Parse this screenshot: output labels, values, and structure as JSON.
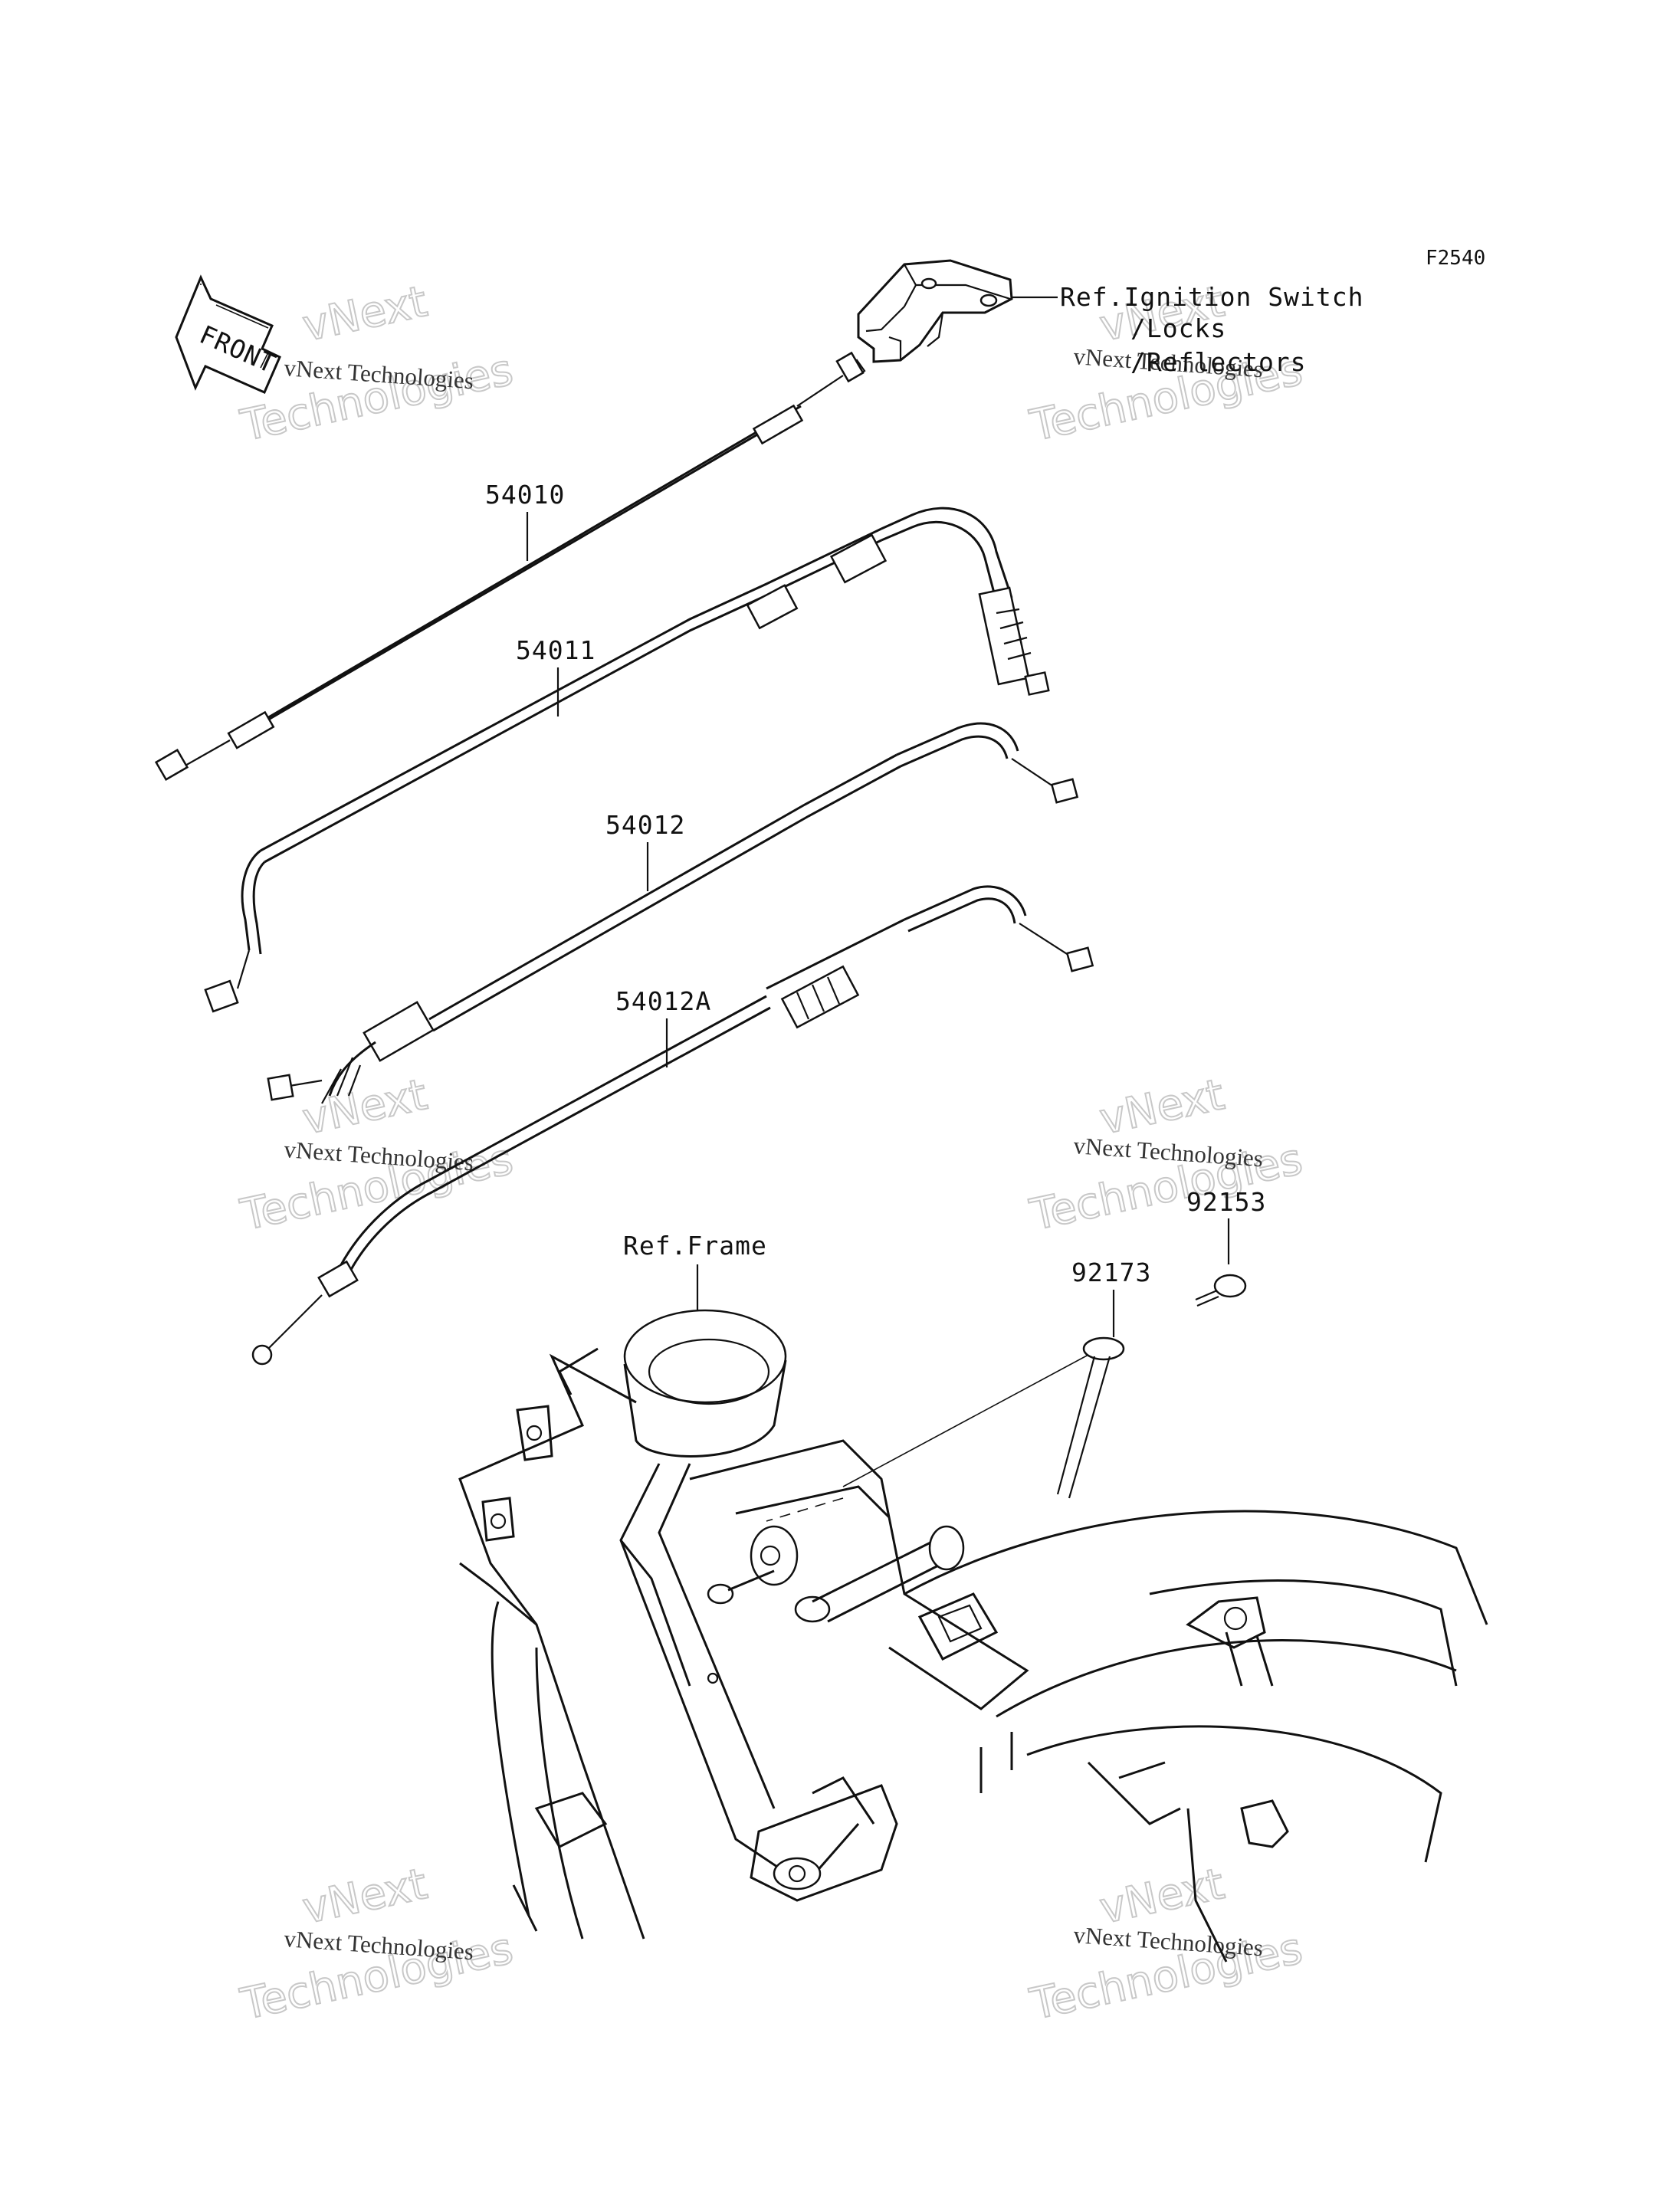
{
  "diagram_code": "F2540",
  "front_label": "FRONT",
  "ref_ignition": "Ref.Ignition Switch",
  "ref_locks": "/Locks",
  "ref_reflectors": "/Reflectors",
  "ref_frame": "Ref.Frame",
  "parts": {
    "p54010": "54010",
    "p54011": "54011",
    "p54012": "54012",
    "p54012a": "54012A",
    "p92153": "92153",
    "p92173": "92173"
  },
  "watermark": {
    "brand": "vNext",
    "line_small": "vNext Technologies",
    "line_big": "Technologies"
  }
}
